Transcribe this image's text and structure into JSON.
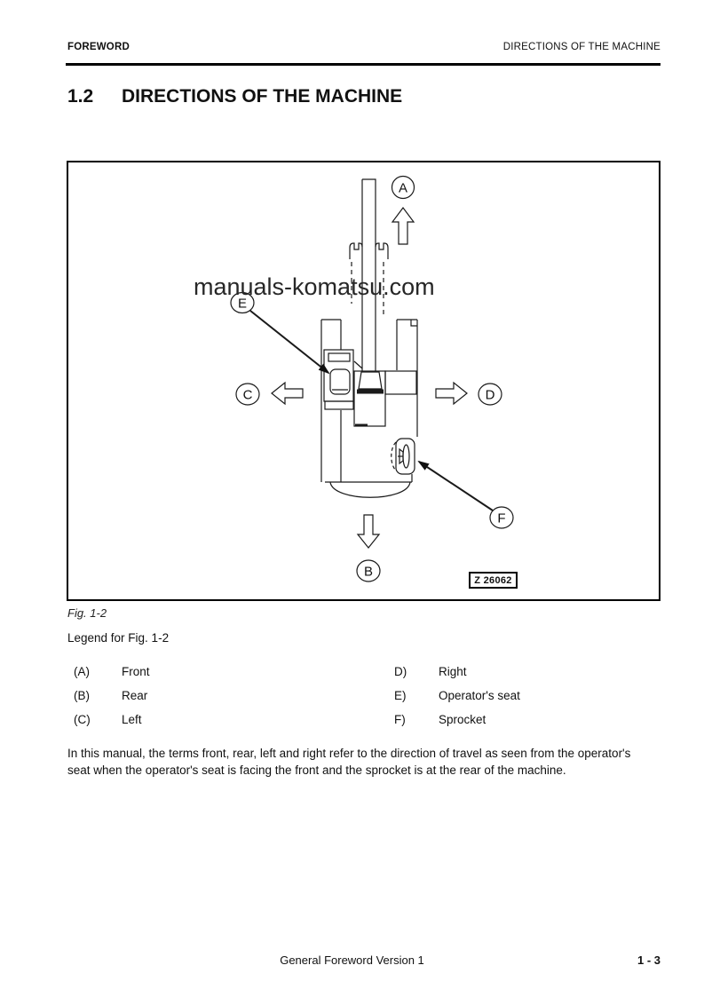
{
  "header": {
    "left": "FOREWORD",
    "right": "DIRECTIONS OF THE MACHINE"
  },
  "title": {
    "number": "1.2",
    "text": "DIRECTIONS OF THE MACHINE"
  },
  "figure": {
    "watermark": "manuals-komatsu.com",
    "drawing_number": "Z 26062",
    "caption": "Fig. 1-2",
    "labels": {
      "a": "A",
      "b": "B",
      "c": "C",
      "d": "D",
      "e": "E",
      "f": "F"
    }
  },
  "legend": {
    "heading": "Legend for Fig. 1-2",
    "items_left": [
      {
        "key": "(A)",
        "value": "Front"
      },
      {
        "key": "(B)",
        "value": "Rear"
      },
      {
        "key": "(C)",
        "value": "Left"
      }
    ],
    "items_right": [
      {
        "key": "D)",
        "value": "Right"
      },
      {
        "key": "E)",
        "value": "Operator's seat"
      },
      {
        "key": "F)",
        "value": "Sprocket"
      }
    ]
  },
  "body_text": "In this manual, the terms front, rear, left and right refer to the direction of travel as seen from the operator's seat when the operator's seat is facing the front and the sprocket is at the rear of the machine.",
  "footer": {
    "center": "General Foreword Version 1",
    "page_number": "1 - 3"
  }
}
